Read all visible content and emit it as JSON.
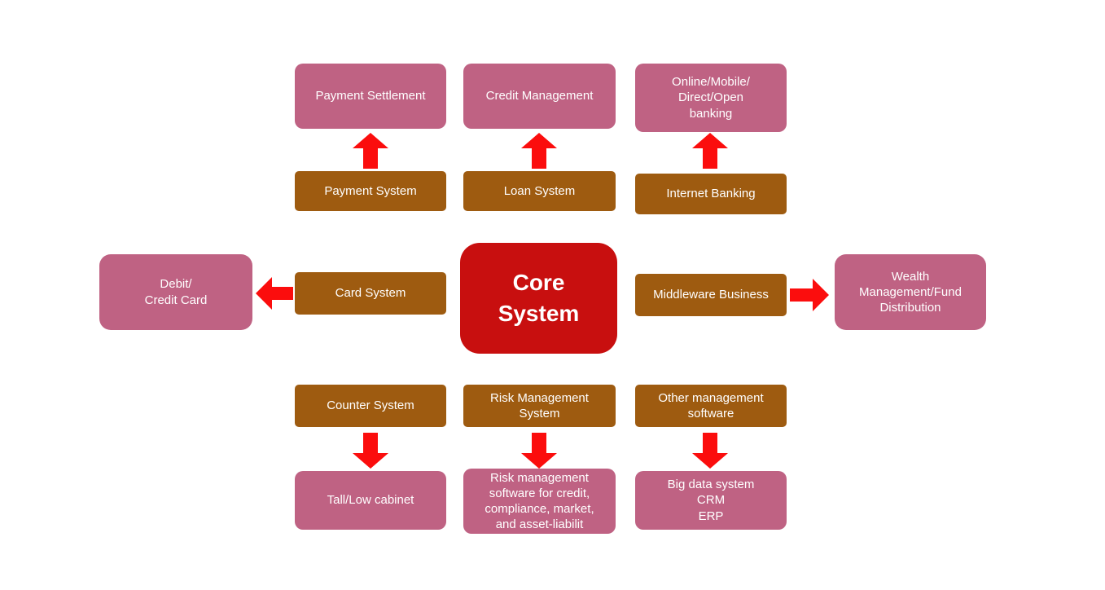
{
  "colors": {
    "pink": "#BF6283",
    "brown": "#9E5B10",
    "core": "#C80F0F",
    "arrow": "#FB0D0D",
    "bg": "#FFFFFF"
  },
  "nodes": {
    "payment_settlement": "Payment Settlement",
    "credit_management": "Credit Management",
    "online_banking": "Online/Mobile/\nDirect/Open\nbanking",
    "payment_system": "Payment System",
    "loan_system": "Loan System",
    "internet_banking": "Internet Banking",
    "debit_credit_card": "Debit/\nCredit Card",
    "card_system": "Card System",
    "core_system": "Core\nSystem",
    "middleware_business": "Middleware Business",
    "wealth_management": "Wealth\nManagement/Fund\nDistribution",
    "counter_system": "Counter System",
    "risk_management_system": "Risk Management\nSystem",
    "other_management_software": "Other management\nsoftware",
    "tall_low_cabinet": "Tall/Low cabinet",
    "risk_management_software": "Risk management\nsoftware for credit,\ncompliance, market,\nand asset-liabilit",
    "big_data": "Big data system\nCRM\nERP"
  }
}
